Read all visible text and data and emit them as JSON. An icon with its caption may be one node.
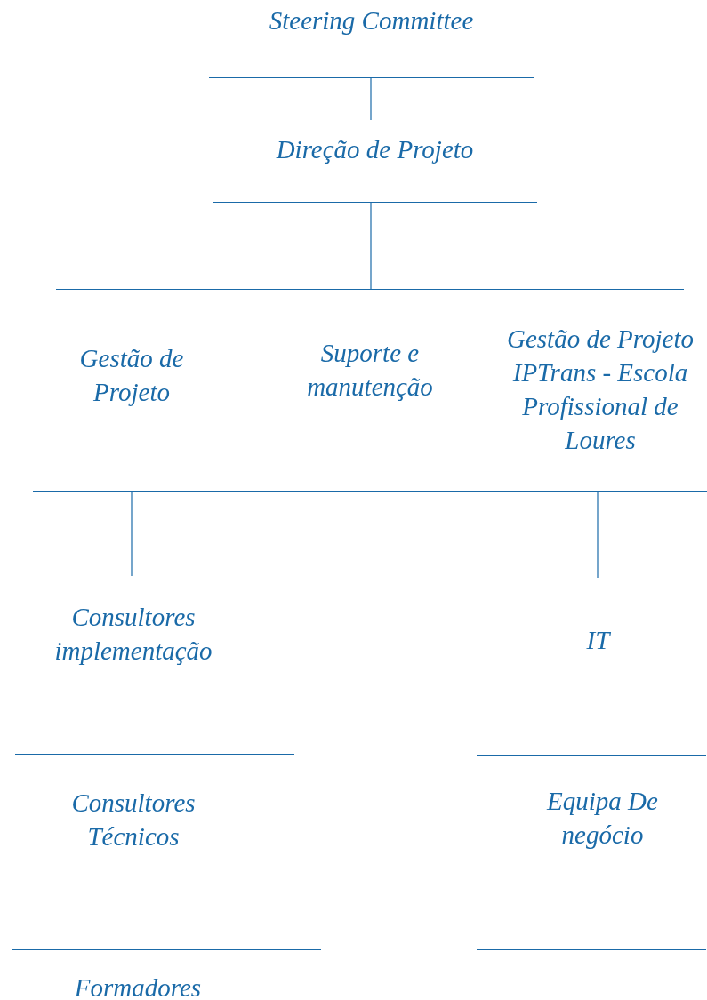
{
  "diagram": {
    "nodes": [
      {
        "text": [
          "Steering Committee"
        ]
      },
      {
        "text": [
          "Direção de Projeto"
        ]
      },
      {
        "text": [],
        "shape": "bar"
      },
      {
        "text": [
          "Gestão de Projeto"
        ]
      },
      {
        "text": [
          "Suporte e manutenção"
        ]
      },
      {
        "text": [
          "Gestão de Projeto IPTrans - Escola Profissional de Loures"
        ]
      },
      {
        "text": [],
        "shape": "bar"
      },
      {
        "text": [
          "Consultores implementação"
        ]
      },
      {
        "text": [
          "IT"
        ]
      },
      {
        "text": [
          "Consultores Técnicos"
        ]
      },
      {
        "text": [
          "Equipa De negócio"
        ]
      },
      {
        "text": [
          "Formadores"
        ]
      }
    ],
    "edges": [
      {
        "from": 0,
        "to": 1,
        "arrow": "none"
      },
      {
        "from": 1,
        "to": 2,
        "arrow": "none"
      },
      {
        "from": 6,
        "to": 7,
        "arrow": "none"
      },
      {
        "from": 6,
        "to": 8,
        "arrow": "none"
      }
    ]
  }
}
